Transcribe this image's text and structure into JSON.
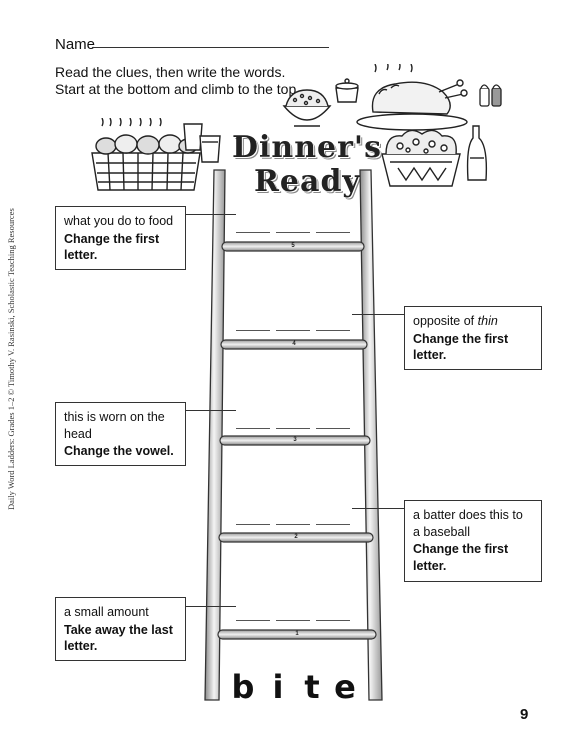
{
  "header": {
    "name_label": "Name"
  },
  "instructions": {
    "line1": "Read the clues, then write the words.",
    "line2": "Start at the bottom and climb to the top."
  },
  "title": {
    "line1": "Dinner's",
    "line2": "Ready"
  },
  "side_credit": "Daily Word Ladders: Grades 1–2 © Timothy V. Rasinski, Scholastic Teaching Resources",
  "clues": [
    {
      "rung": "5",
      "hint": "what you do to food",
      "instruction": "Change the first letter."
    },
    {
      "rung": "4",
      "hint_prefix": "opposite of ",
      "hint_em": "thin",
      "instruction": "Change the first letter."
    },
    {
      "rung": "3",
      "hint": "this is worn on the head",
      "instruction": "Change the vowel."
    },
    {
      "rung": "2",
      "hint": "a batter does this to a baseball",
      "instruction": "Change the first letter."
    },
    {
      "rung": "1",
      "hint": "a small amount",
      "instruction": "Take away the last letter."
    }
  ],
  "rungs": [
    "5",
    "4",
    "3",
    "2",
    "1"
  ],
  "start_word": [
    "b",
    "i",
    "t",
    "e"
  ],
  "page_number": "9",
  "illustration_icons": [
    "bread-basket-icon",
    "cups-icon",
    "rice-bowl-icon",
    "roast-turkey-icon",
    "salad-bowl-icon",
    "salt-shaker-icon",
    "bottle-icon"
  ]
}
